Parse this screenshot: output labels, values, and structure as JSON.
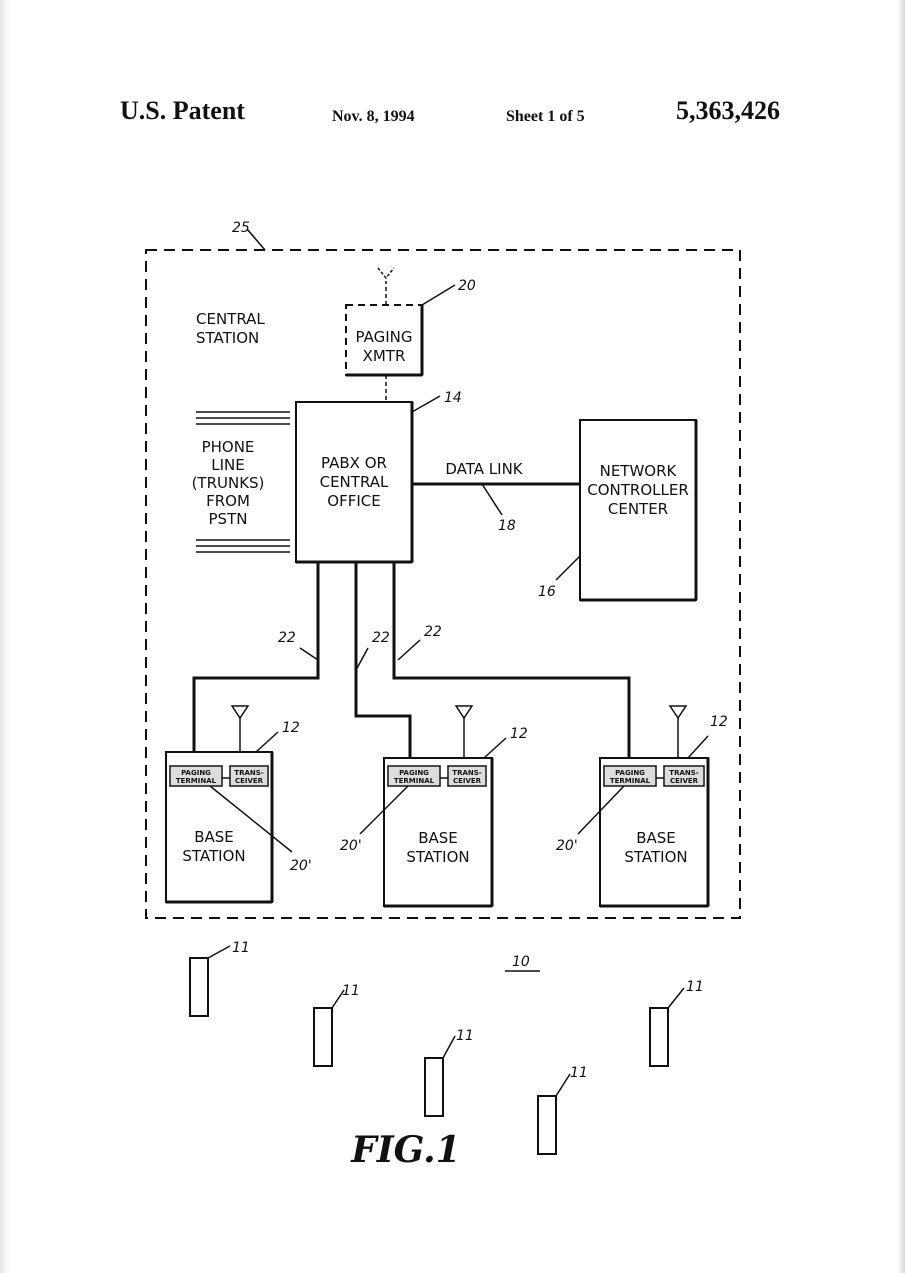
{
  "header": {
    "patent": "U.S. Patent",
    "date": "Nov. 8, 1994",
    "sheet": "Sheet 1 of 5",
    "number": "5,363,426"
  },
  "figure": {
    "central_station": [
      "CENTRAL",
      "STATION"
    ],
    "paging_xmtr": [
      "PAGING",
      "XMTR"
    ],
    "phone_line": [
      "PHONE",
      "LINE",
      "(TRUNKS)",
      "FROM",
      "PSTN"
    ],
    "pabx": [
      "PABX OR",
      "CENTRAL",
      "OFFICE"
    ],
    "data_link": "DATA LINK",
    "network_controller": [
      "NETWORK",
      "CONTROLLER",
      "CENTER"
    ],
    "base_station": [
      "BASE",
      "STATION"
    ],
    "paging_terminal": [
      "PAGING",
      "TERMINAL"
    ],
    "transceiver": [
      "TRANS-",
      "CEIVER"
    ],
    "refs": {
      "r25": "25",
      "r20": "20",
      "r14": "14",
      "r18": "18",
      "r16": "16",
      "r22": "22",
      "r12": "12",
      "r20p": "20'",
      "r11": "11",
      "r10": "10"
    },
    "fig_label": "FIG.1"
  }
}
